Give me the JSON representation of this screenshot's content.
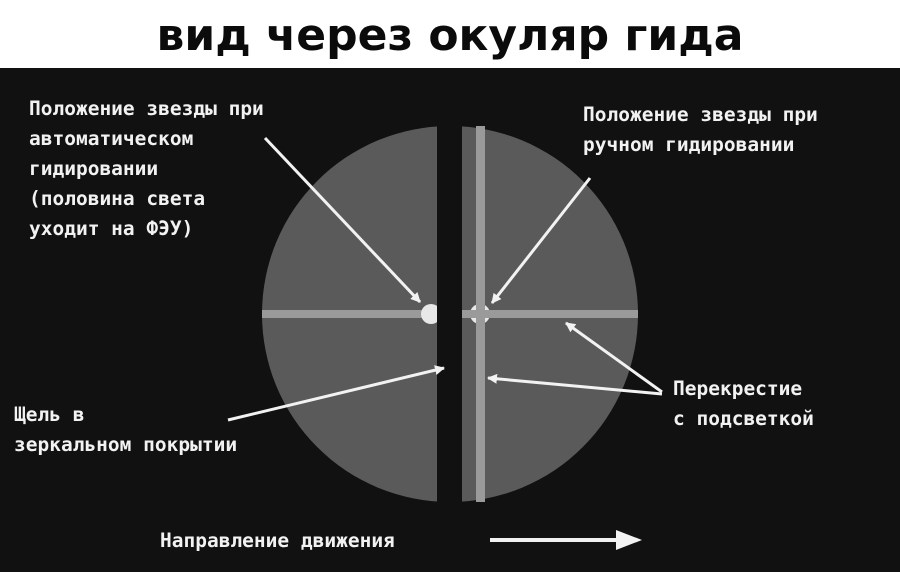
{
  "title": "вид через окуляр гида",
  "labels": {
    "auto_position": [
      "Положение звезды при",
      "автоматическом",
      "гидировании",
      "(половина света",
      "уходит на ФЭУ)"
    ],
    "manual_position": [
      "Положение звезды при",
      "ручном гидировании"
    ],
    "slit": [
      "Щель в",
      "зеркальном покрытии"
    ],
    "crosshair": [
      "Перекрестие",
      "с подсветкой"
    ],
    "direction": "Направление движения"
  },
  "colors": {
    "background": "#111111",
    "field": "#5a5a5a",
    "crosshair": "#9a9a9a",
    "slit": "#111111",
    "text": "#f2f2f2",
    "title": "#0b0b0b"
  }
}
